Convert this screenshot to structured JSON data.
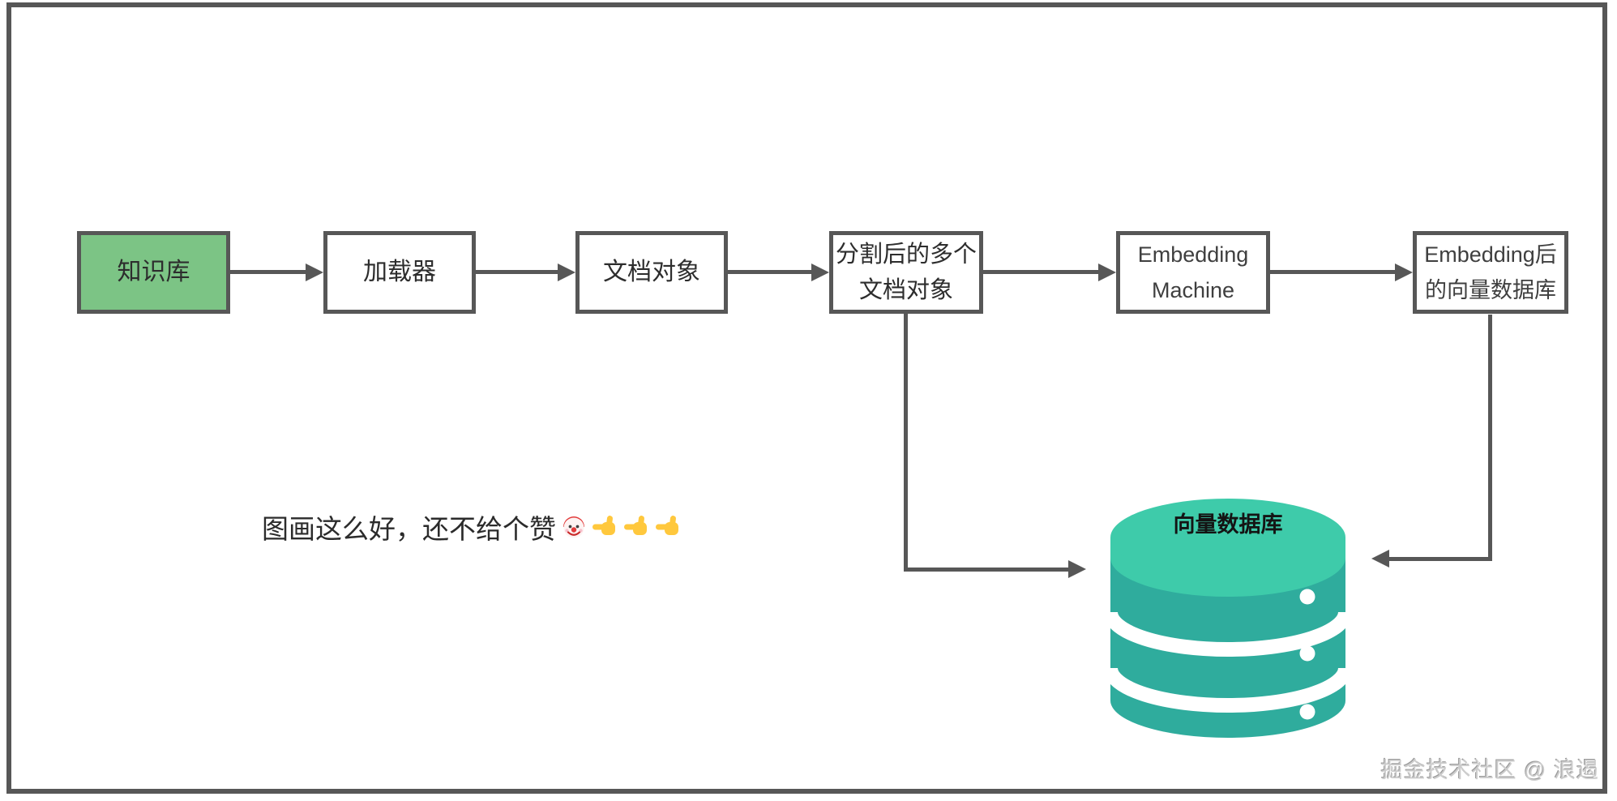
{
  "canvas": {
    "background": "#ffffff",
    "frame_color": "#575757",
    "line_color": "#575757"
  },
  "flow": {
    "boxes": [
      {
        "id": "knowledge-base",
        "lines": [
          "知识库"
        ],
        "fill": "#7cc485"
      },
      {
        "id": "loader",
        "lines": [
          "加载器"
        ],
        "fill": "#ffffff"
      },
      {
        "id": "document-object",
        "lines": [
          "文档对象"
        ],
        "fill": "#ffffff"
      },
      {
        "id": "split-documents",
        "lines": [
          "分割后的多个",
          "文档对象"
        ],
        "fill": "#ffffff"
      },
      {
        "id": "embedding-machine",
        "lines": [
          "Embedding",
          "Machine"
        ],
        "fill": "#ffffff"
      },
      {
        "id": "embedded-vector-db",
        "lines": [
          "Embedding后",
          "的向量数据库"
        ],
        "fill": "#ffffff"
      }
    ]
  },
  "database": {
    "label": "向量数据库",
    "top_color": "#3ecbaa",
    "body_color": "#2fac9d",
    "dot_color": "#ffffff"
  },
  "note": {
    "text": "图画这么好，还不给个赞",
    "emojis": [
      "clown-face",
      "point-left",
      "point-left",
      "point-left"
    ],
    "emoji_yellow": "#ffc83d",
    "emoji_red": "#e23b3b"
  },
  "watermark": {
    "text": "掘金技术社区 @ 浪遏"
  }
}
